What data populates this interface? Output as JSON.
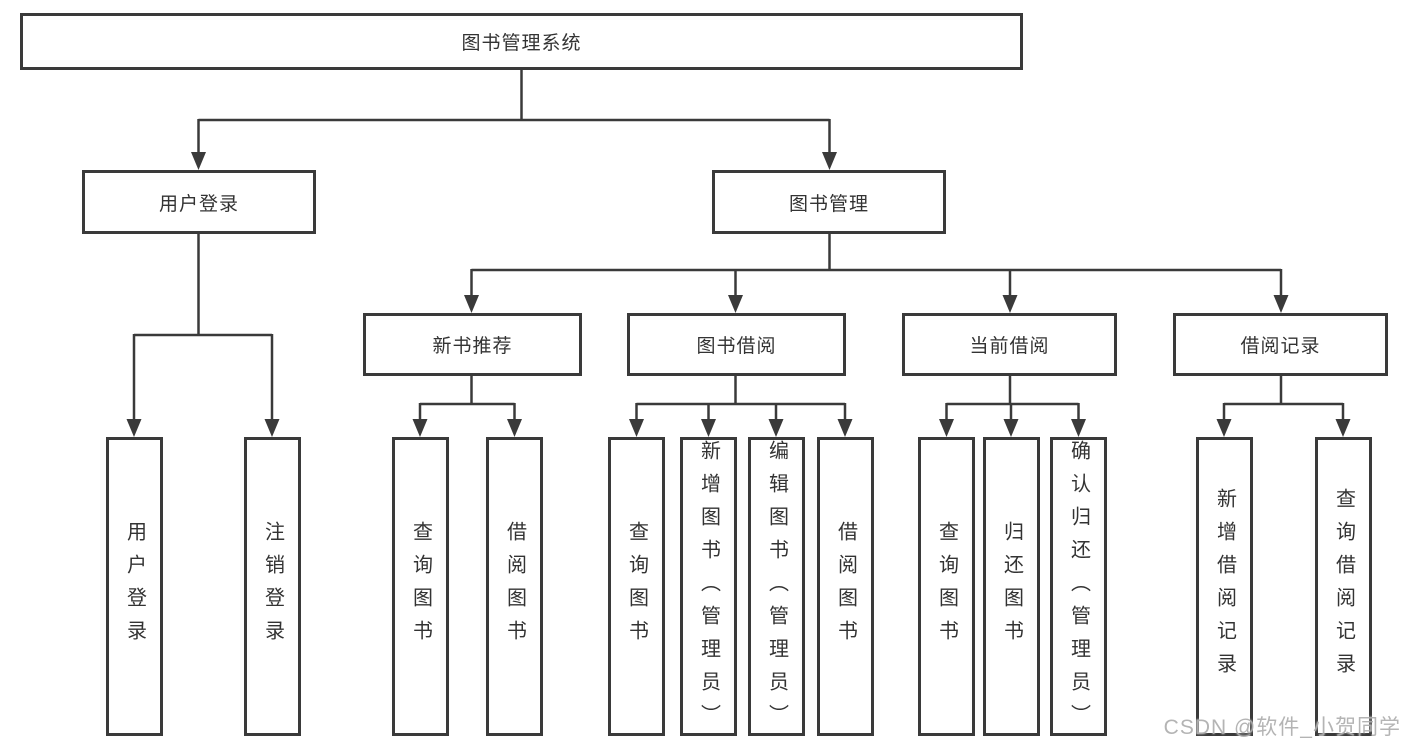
{
  "diagram": {
    "root": {
      "label": "图书管理系统"
    },
    "branches": [
      {
        "label": "用户登录"
      },
      {
        "label": "图书管理"
      }
    ],
    "modules": [
      {
        "label": "新书推荐"
      },
      {
        "label": "图书借阅"
      },
      {
        "label": "当前借阅"
      },
      {
        "label": "借阅记录"
      }
    ],
    "leaves": [
      {
        "label": "用户登录"
      },
      {
        "label": "注销登录"
      },
      {
        "label": "查询图书"
      },
      {
        "label": "借阅图书"
      },
      {
        "label": "查询图书"
      },
      {
        "label": "新增图书（管理员）"
      },
      {
        "label": "编辑图书（管理员）"
      },
      {
        "label": "借阅图书"
      },
      {
        "label": "查询图书"
      },
      {
        "label": "归还图书"
      },
      {
        "label": "确认归还（管理员）"
      },
      {
        "label": "新增借阅记录"
      },
      {
        "label": "查询借阅记录"
      }
    ]
  },
  "watermark": {
    "text": "CSDN @软件_小贺同学"
  },
  "colors": {
    "line": "#3a3a3a",
    "border": "#3a3a3a",
    "text": "#333333",
    "watermark": "#acacac",
    "background": "#ffffff"
  }
}
